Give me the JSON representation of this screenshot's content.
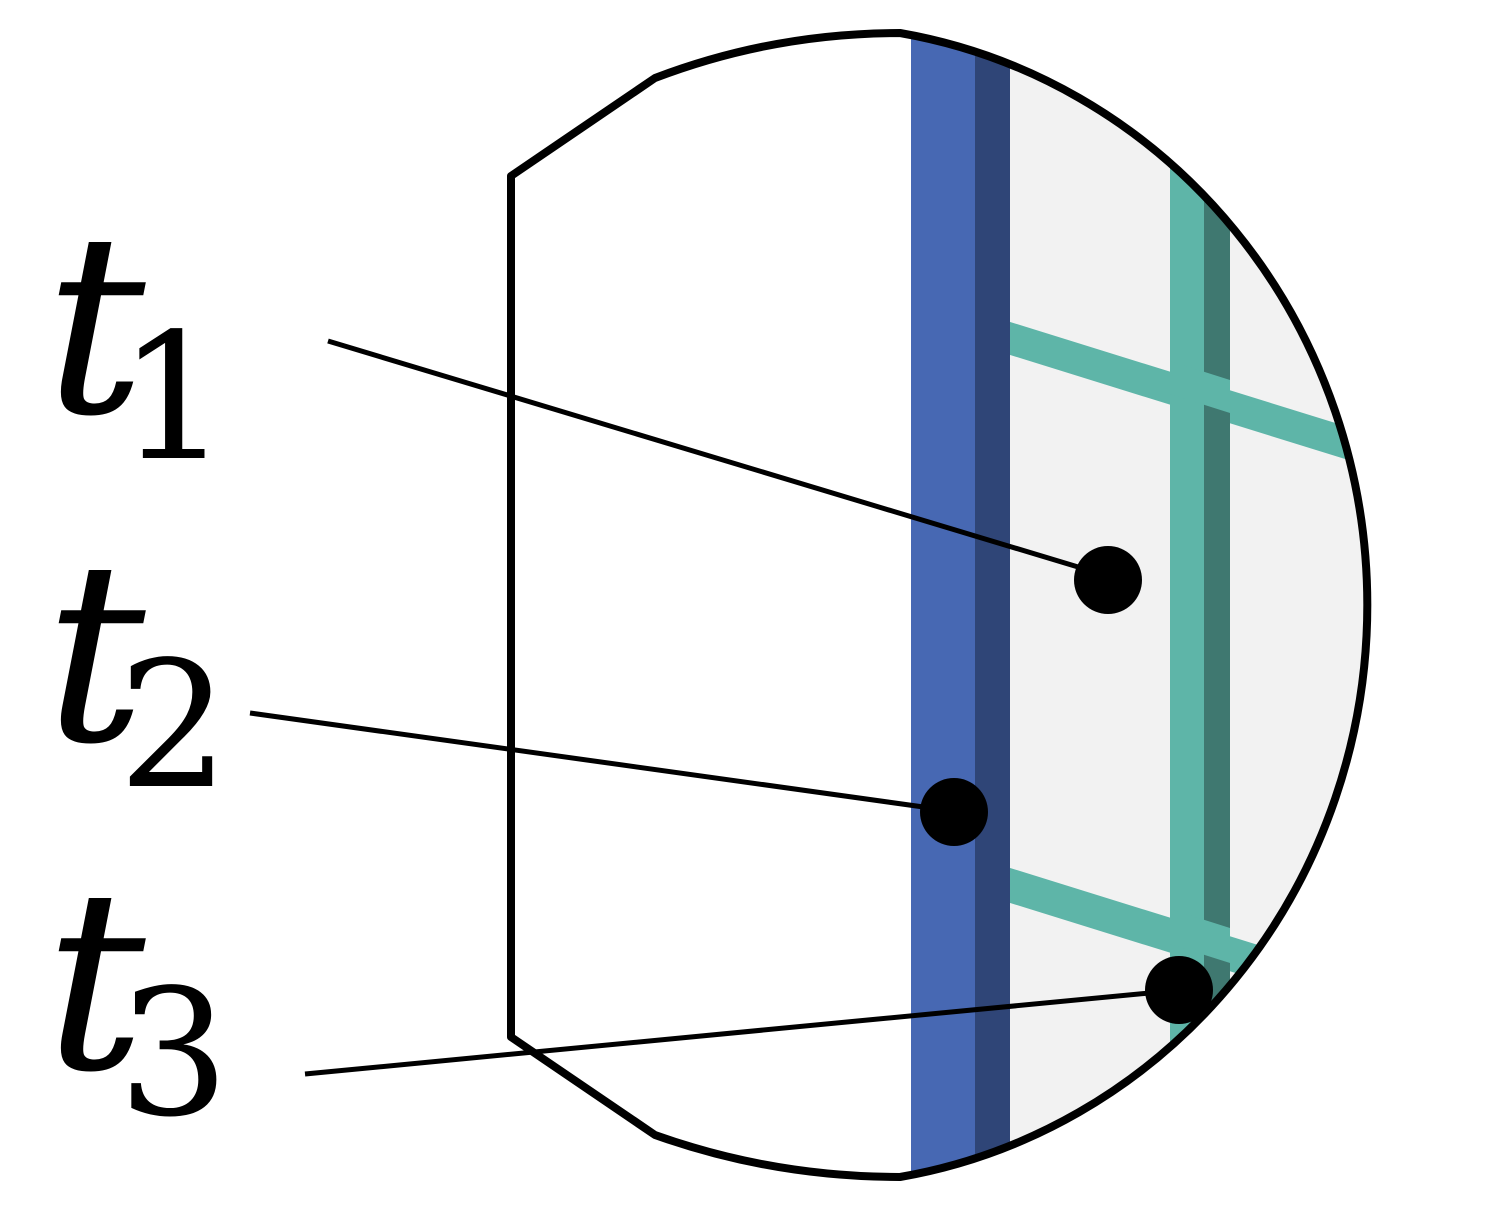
{
  "colors": {
    "outline": "#000000",
    "blue_face": "#4768B3",
    "blue_shade": "#2F4577",
    "grid_panel": "#F2F2F2",
    "teal_face": "#5EB5A8",
    "teal_shade": "#3F7870",
    "point": "#000000"
  },
  "labels": [
    {
      "var": "t",
      "sub": "1"
    },
    {
      "var": "t",
      "sub": "2"
    },
    {
      "var": "t",
      "sub": "3"
    }
  ]
}
